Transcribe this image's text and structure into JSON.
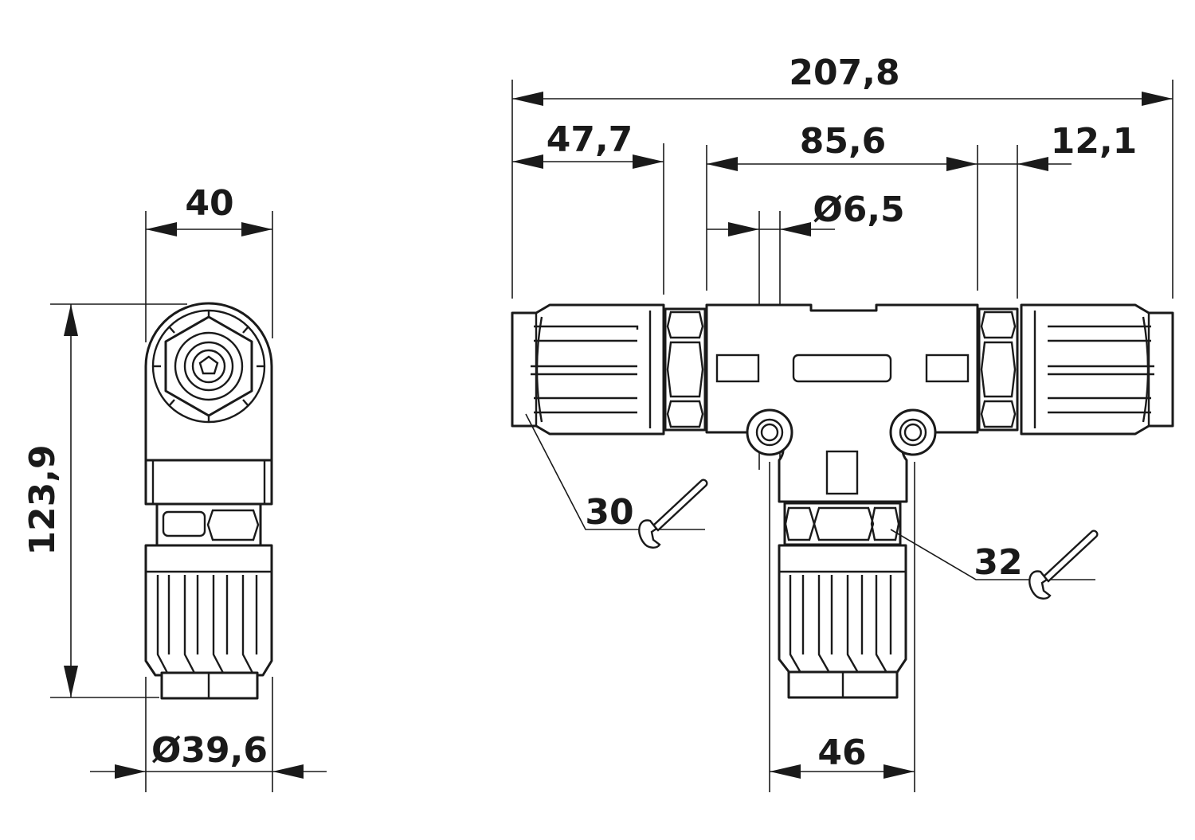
{
  "dimensions": {
    "left_width": "40",
    "left_height": "123,9",
    "left_diameter": "Ø39,6",
    "total_length": "207,8",
    "left_section": "47,7",
    "center_section": "85,6",
    "right_section": "12,1",
    "hole_diameter": "Ø6,5",
    "bottom_width": "46"
  },
  "wrench_sizes": {
    "left": "30",
    "right": "32"
  },
  "colors": {
    "line": "#1a1a1a",
    "background": "#ffffff"
  },
  "icons": [
    "wrench-icon"
  ]
}
